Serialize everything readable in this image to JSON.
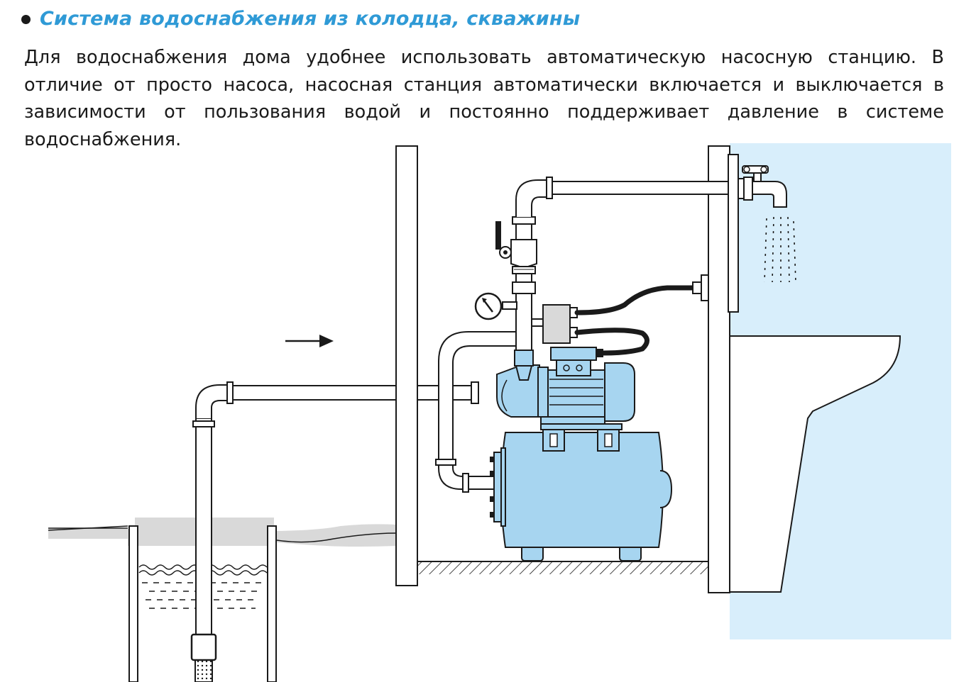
{
  "heading": {
    "bullet": "•",
    "title": "Система водоснабжения из колодца, скважины"
  },
  "paragraph": {
    "lines": [
      "Для водоснабжения дома удобнее использовать автоматическую насосную станцию. В",
      "отличие от просто насоса, насосная станция автоматически включается и выключается в",
      "зависимости от пользования водой и постоянно поддерживает давление в системе",
      "водоснабжения."
    ]
  },
  "colors": {
    "heading": "#2f9ad6",
    "equipment_blue": "#a7d5f0",
    "room_background": "#d8eefb",
    "ground_gray": "#d9d9d9",
    "line": "#1a1a1a"
  },
  "icons": {
    "flow_arrow": "arrow-right-icon",
    "pressure_gauge": "gauge-icon",
    "faucet": "faucet-icon"
  }
}
